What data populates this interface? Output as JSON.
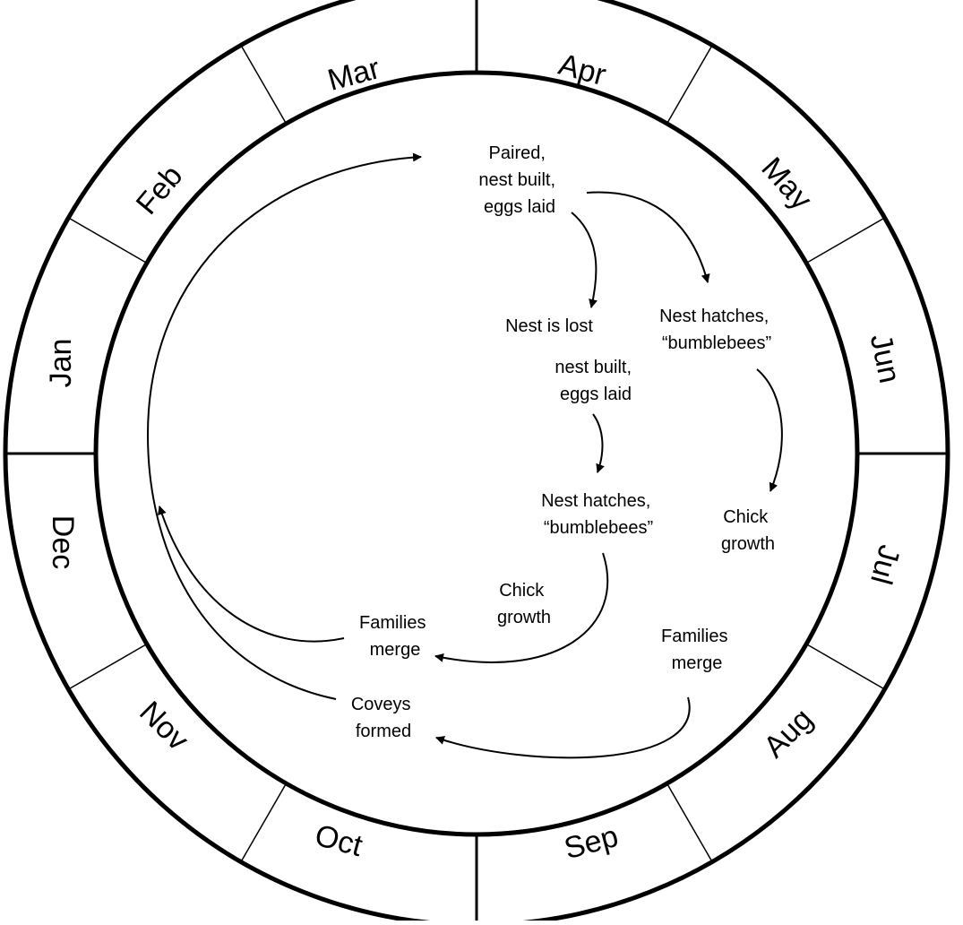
{
  "months": [
    "Jan",
    "Feb",
    "Mar",
    "Apr",
    "May",
    "Jun",
    "Jul",
    "Aug",
    "Sep",
    "Oct",
    "Nov",
    "Dec"
  ],
  "events": {
    "paired": [
      "Paired,",
      "nest built,",
      "eggs laid"
    ],
    "nest_lost": [
      "Nest is lost"
    ],
    "hatch_1": [
      "Nest hatches,",
      "“bumblebees”"
    ],
    "renest": [
      "nest built,",
      "eggs laid"
    ],
    "hatch_2": [
      "Nest hatches,",
      "“bumblebees”"
    ],
    "chick_growth_1": [
      "Chick",
      "growth"
    ],
    "chick_growth_2": [
      "Chick",
      "growth"
    ],
    "families_merge_1": [
      "Families",
      "merge"
    ],
    "families_merge_2": [
      "Families",
      "merge"
    ],
    "coveys": [
      "Coveys",
      "formed"
    ]
  },
  "colors": {
    "stroke": "#000000",
    "background": "#ffffff"
  }
}
